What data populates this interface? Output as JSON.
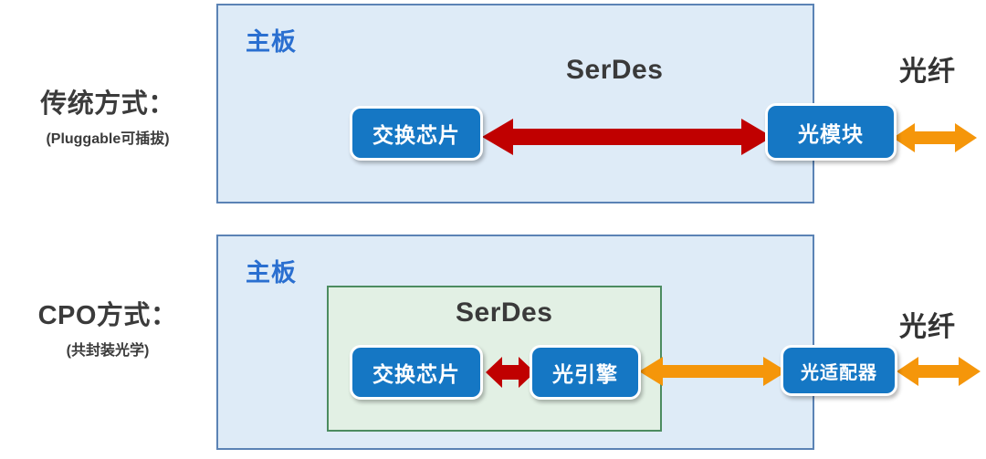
{
  "diagram": {
    "title": "CPO vs Pluggable optics comparison",
    "colors": {
      "panel_fill": "#deebf7",
      "panel_border": "#5b83b5",
      "serdes_fill": "#e2f0e4",
      "serdes_border": "#4c8c60",
      "chip_blue": "#1577c4",
      "arrow_red": "#c00000",
      "arrow_orange": "#f5960a",
      "panel_title_blue": "#2a6fd0",
      "text_dark": "#3a3a3a"
    }
  },
  "rows": {
    "traditional": {
      "label_main": "传统方式：",
      "label_sub": "(Pluggable可插拔)",
      "panel_title": "主板",
      "serdes_caption": "SerDes",
      "fiber_label": "光纤",
      "boxes": {
        "switch_chip": "交换芯片",
        "optical_module": "光模块"
      },
      "arrows": {
        "serdes_link": "red-double-arrow",
        "fiber_link": "orange-double-arrow"
      }
    },
    "cpo": {
      "label_main": "CPO方式：",
      "label_sub": "(共封装光学)",
      "panel_title": "主板",
      "serdes_caption": "SerDes",
      "fiber_label": "光纤",
      "boxes": {
        "switch_chip": "交换芯片",
        "optical_engine": "光引擎",
        "optical_adapter": "光适配器"
      },
      "arrows": {
        "serdes_link": "red-double-arrow",
        "engine_to_adapter": "orange-double-arrow",
        "fiber_link": "orange-double-arrow"
      }
    }
  }
}
